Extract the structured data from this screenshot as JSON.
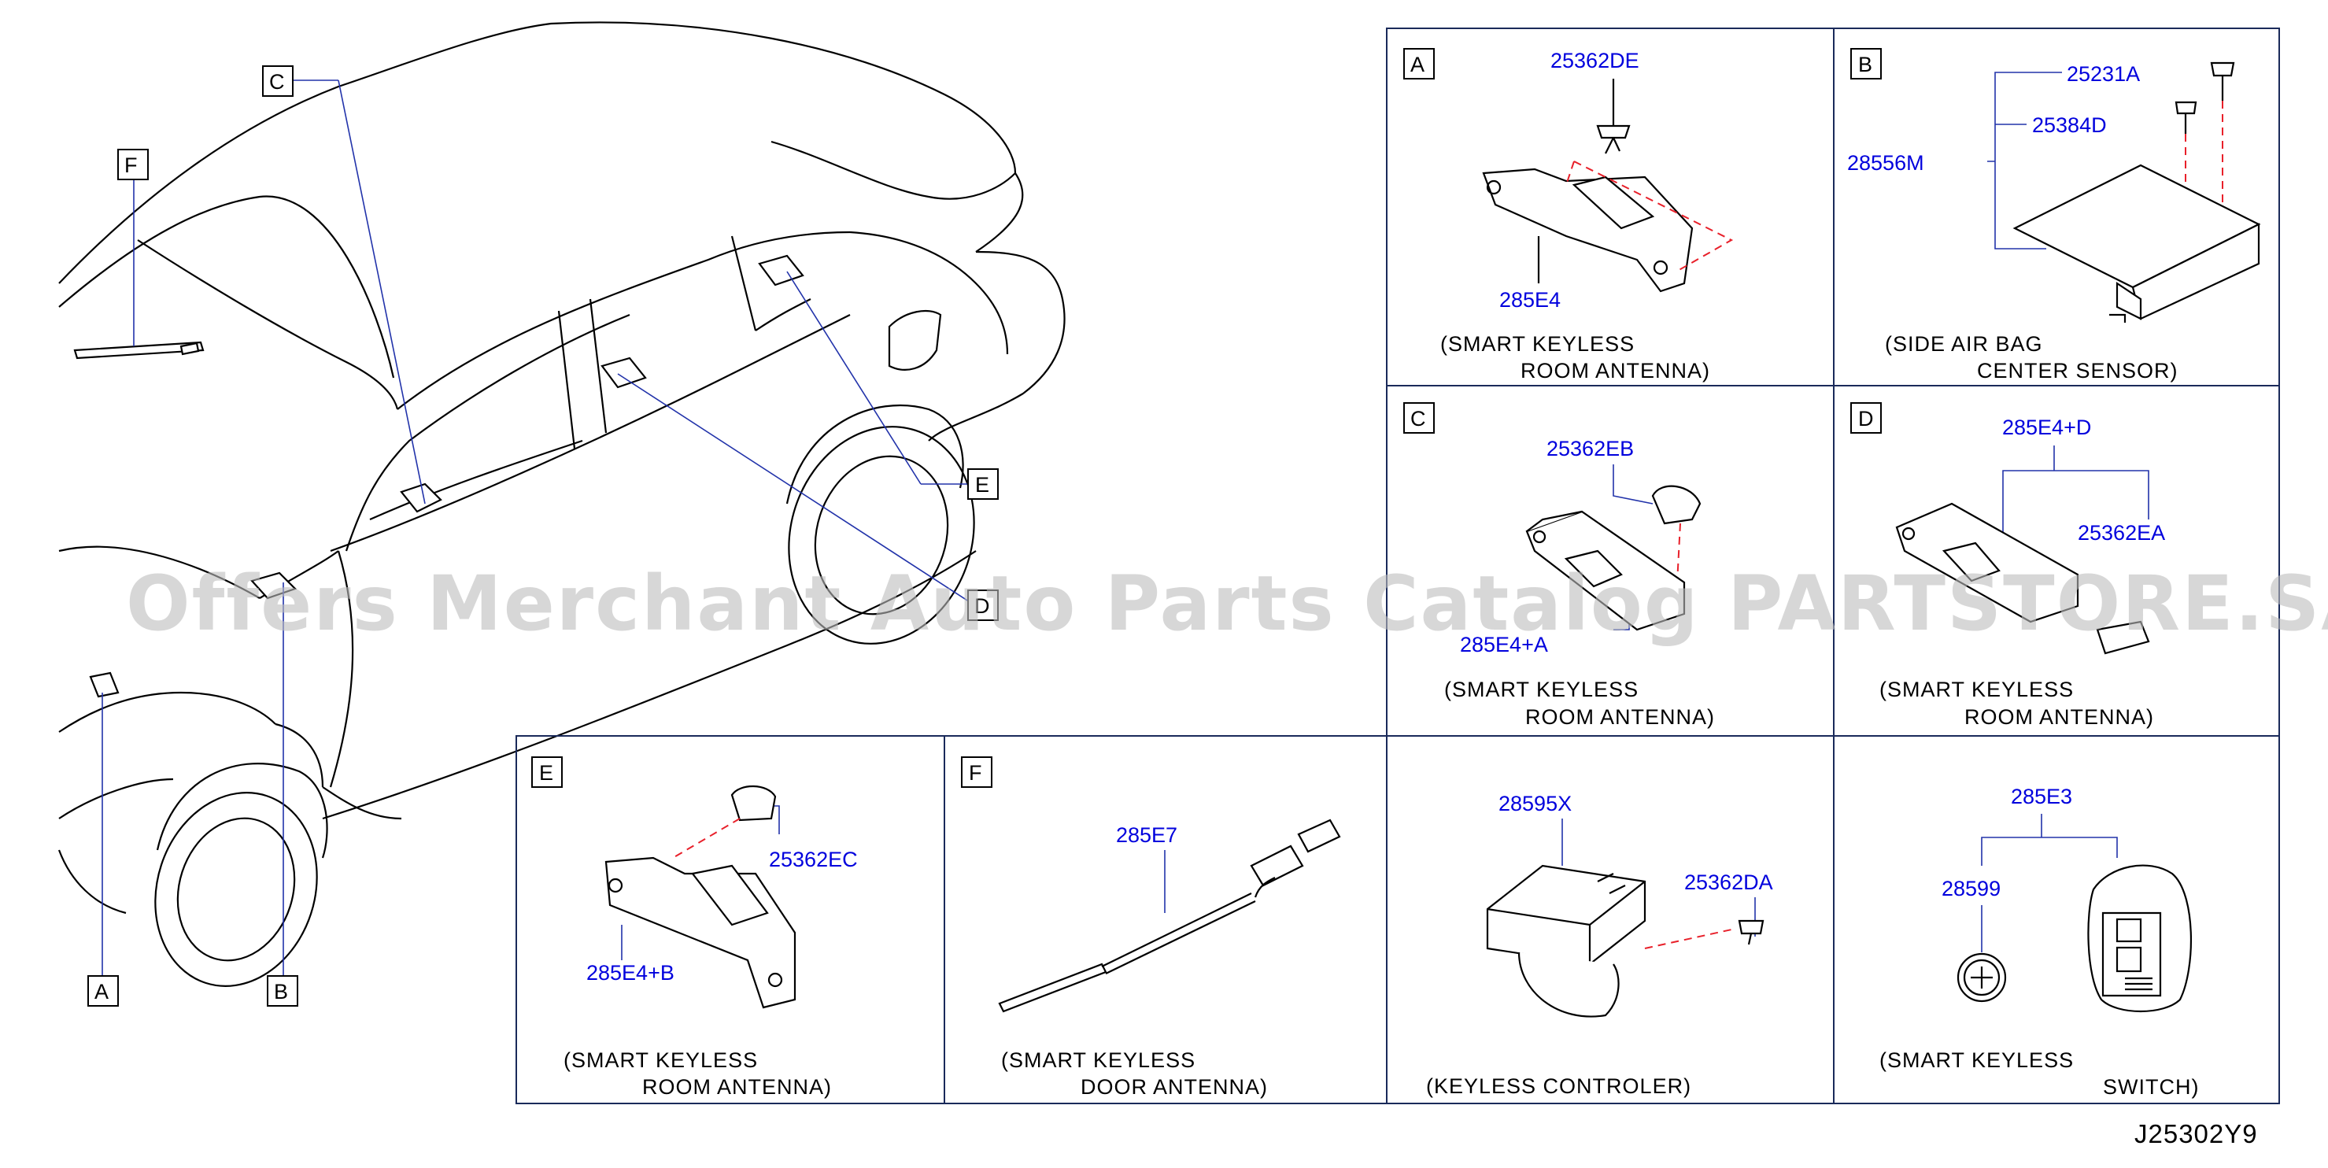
{
  "callouts": {
    "A": "A",
    "B": "B",
    "C": "C",
    "D": "D",
    "E": "E",
    "F": "F"
  },
  "panels": {
    "a": {
      "letter": "A",
      "parts": [
        "25362DE",
        "285E4"
      ],
      "caption_1": "(SMART   KEYLESS",
      "caption_2": "ROOM   ANTENNA)"
    },
    "b": {
      "letter": "B",
      "parts": [
        "25231A",
        "25384D",
        "28556M"
      ],
      "caption_1": "(SIDE   AIR   BAG",
      "caption_2": "CENTER   SENSOR)"
    },
    "c": {
      "letter": "C",
      "parts": [
        "25362EB",
        "285E4+A"
      ],
      "caption_1": "(SMART   KEYLESS",
      "caption_2": "ROOM   ANTENNA)"
    },
    "d": {
      "letter": "D",
      "parts": [
        "285E4+D",
        "25362EA"
      ],
      "caption_1": "(SMART   KEYLESS",
      "caption_2": "ROOM   ANTENNA)"
    },
    "e": {
      "letter": "E",
      "parts": [
        "25362EC",
        "285E4+B"
      ],
      "caption_1": "(SMART   KEYLESS",
      "caption_2": "ROOM   ANTENNA)"
    },
    "f": {
      "letter": "F",
      "parts": [
        "285E7"
      ],
      "caption_1": "(SMART   KEYLESS",
      "caption_2": "DOOR   ANTENNA)"
    },
    "g": {
      "parts": [
        "28595X",
        "25362DA"
      ],
      "caption_1": "(KEYLESS   CONTROLER)"
    },
    "h": {
      "parts": [
        "285E3",
        "28599"
      ],
      "caption_1": "(SMART   KEYLESS",
      "caption_2": "SWITCH)"
    }
  },
  "diagram_code": "J25302Y9",
  "watermark": "Offers Merchant Auto Parts Catalog PARTSTORE.SA",
  "colors": {
    "part_number": "#0000dd",
    "leader": "#2233aa",
    "dashed_guide": "#e8202a",
    "watermark": "#bdbdbd"
  }
}
